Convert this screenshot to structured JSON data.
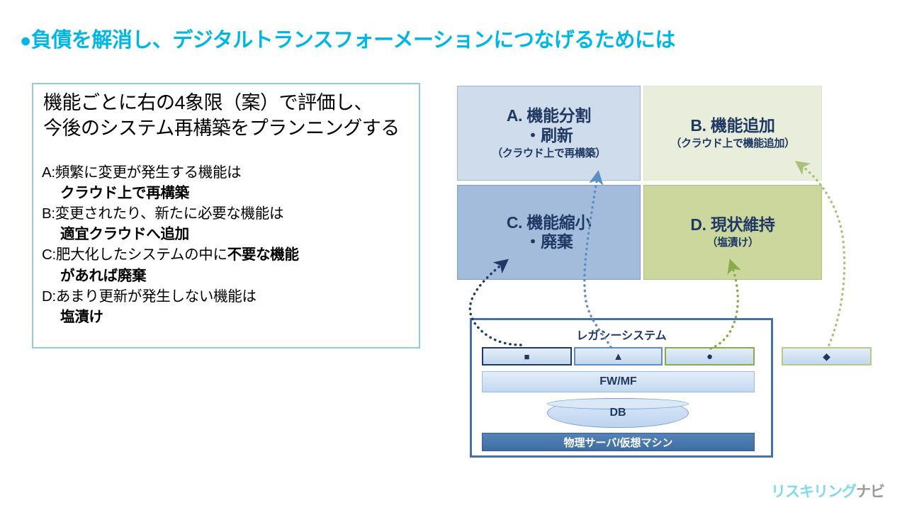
{
  "slide": {
    "title_bullet": "●",
    "title": "負債を解消し、デジタルトランスフォーメーションにつなげるためには"
  },
  "left_panel": {
    "heading_line1": "機能ごとに右の4象限（案）で評価し、",
    "heading_line2": "今後のシステム再構築をプランニングする",
    "items": [
      {
        "label": "A:頻繁に変更が発生する機能は",
        "emphasis": "クラウド上で再構築"
      },
      {
        "label": "B:変更されたり、新たに必要な機能は",
        "emphasis": "適宜クラウドへ追加"
      },
      {
        "label_plain": "C:肥大化したシステムの中に",
        "label_bold": "不要な機能",
        "emphasis": "があれば廃棄"
      },
      {
        "label": "D:あまり更新が発生しない機能は",
        "emphasis": "塩漬け"
      }
    ]
  },
  "quadrants": [
    {
      "key": "A",
      "main_line1": "A. 機能分割",
      "main_line2": "・刷新",
      "sub": "（クラウド上で再構築）",
      "fill": "#cfdcec",
      "border": "#9db7d6"
    },
    {
      "key": "B",
      "main_line1": "B. 機能追加",
      "main_line2": "",
      "sub": "（クラウド上で機能追加）",
      "fill": "#e9eedc",
      "border": "#dfe6cc"
    },
    {
      "key": "C",
      "main_line1": "C. 機能縮小",
      "main_line2": "・廃棄",
      "sub": "",
      "fill": "#a4bcdb",
      "border": "#7d9dc4"
    },
    {
      "key": "D",
      "main_line1": "D. 現状維持",
      "main_line2": "",
      "sub": "（塩漬け）",
      "fill": "#ccd79e",
      "border": "#b0bf7d"
    }
  ],
  "legacy_system": {
    "title": "レガシーシステム",
    "apps": [
      {
        "glyph": "■",
        "icon_name": "square-glyph",
        "border": "#1f3864"
      },
      {
        "glyph": "▲",
        "icon_name": "triangle-glyph",
        "border": "#5b8ec4"
      },
      {
        "glyph": "●",
        "icon_name": "circle-glyph",
        "border": "#8aab4a"
      }
    ],
    "middleware": "FW/MF",
    "database": "DB",
    "infrastructure": "物理サーバ/仮想マシン"
  },
  "detached_component": {
    "glyph": "◆",
    "icon_name": "diamond-glyph",
    "border": "#b5cc84"
  },
  "arrows": [
    {
      "name": "square-to-quadrant-c",
      "color": "#1f3864",
      "from": "square-app",
      "to": "quadrant-c"
    },
    {
      "name": "triangle-to-quadrant-a",
      "color": "#5b8ec4",
      "from": "triangle-app",
      "to": "quadrant-a"
    },
    {
      "name": "circle-to-quadrant-d",
      "color": "#8aab4a",
      "from": "circle-app",
      "to": "quadrant-d"
    },
    {
      "name": "diamond-to-quadrant-b",
      "color": "#a9c178",
      "from": "detached-component",
      "to": "quadrant-b"
    }
  ],
  "logo": {
    "part_a": "リスキリング",
    "part_b": "ナビ"
  },
  "colors": {
    "title_accent": "#00b6e3",
    "panel_border": "#92cddc",
    "quad_text": "#1f3864",
    "legacy_border": "#4472a8"
  }
}
